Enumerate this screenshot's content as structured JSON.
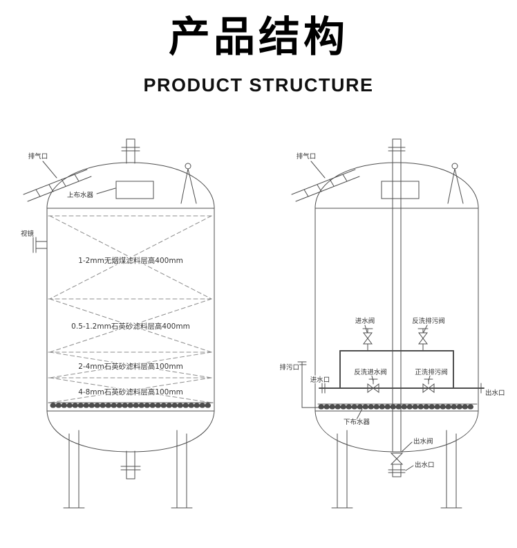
{
  "header": {
    "title": "产品结构",
    "subtitle": "PRODUCT STRUCTURE"
  },
  "left_tank": {
    "vent": "排气口",
    "upper_distributor": "上布水器",
    "sight_glass": "视镜",
    "layers": [
      "1-2mm无烟煤滤料层高400mm",
      "0.5-1.2mm石英砂滤料层高400mm",
      "2-4mm石英砂滤料层高100mm",
      "4-8mm石英砂滤料层高100mm"
    ]
  },
  "right_tank": {
    "vent": "排气口",
    "inlet_valve": "进水阀",
    "backwash_drain_valve": "反洗排污阀",
    "backwash_inlet_valve": "反洗进水阀",
    "rinse_drain_valve": "正洗排污阀",
    "drain_port": "排污口",
    "inlet_port": "进水口",
    "outlet_port": "出水口",
    "lower_distributor": "下布水器",
    "outlet_valve": "出水阀",
    "bottom_outlet": "出水口"
  }
}
